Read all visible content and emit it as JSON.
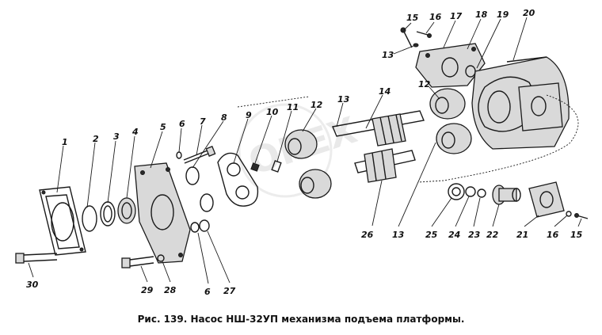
{
  "caption": "Рис. 139. Насос НШ-32УП механизма подъема платформы.",
  "watermark_text": "OPEX",
  "callouts": [
    "1",
    "2",
    "3",
    "4",
    "5",
    "6",
    "7",
    "8",
    "9",
    "10",
    "11",
    "12",
    "13",
    "14",
    "15",
    "16",
    "17",
    "18",
    "19",
    "20",
    "12",
    "13",
    "26",
    "13",
    "25",
    "24",
    "23",
    "22",
    "21",
    "16",
    "15",
    "30",
    "29",
    "28",
    "6",
    "27"
  ]
}
